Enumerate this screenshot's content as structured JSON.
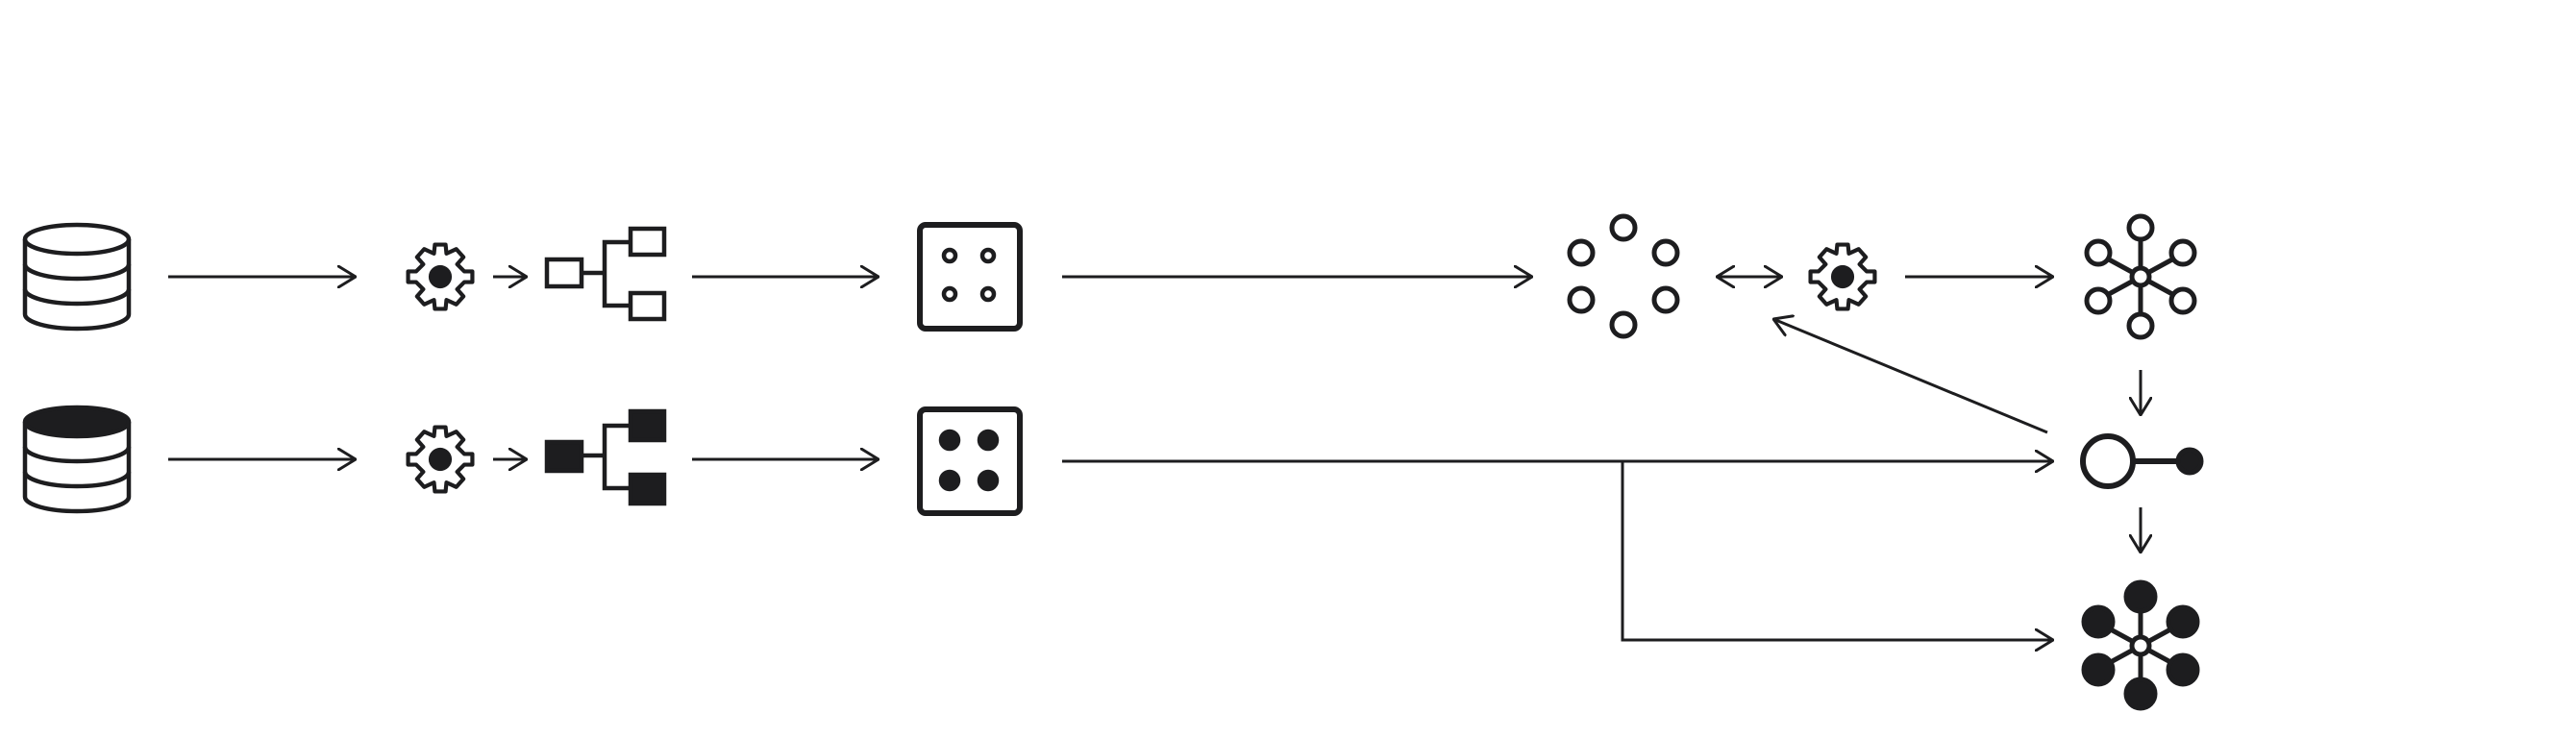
{
  "diagram": {
    "stroke_color": "#1d1d1f",
    "background": "#ffffff",
    "nodes": [
      {
        "id": "db-unlabeled",
        "icon": "database-icon",
        "variant": "outline"
      },
      {
        "id": "gear-1",
        "icon": "gear-icon"
      },
      {
        "id": "tree-unlabeled",
        "icon": "hierarchy-icon",
        "variant": "outline"
      },
      {
        "id": "matrix-unlabeled",
        "icon": "dice-four-icon",
        "variant": "outline"
      },
      {
        "id": "clusters",
        "icon": "ring-of-nodes-icon"
      },
      {
        "id": "gear-3",
        "icon": "gear-icon"
      },
      {
        "id": "network-outline",
        "icon": "network-hub-icon",
        "variant": "outline"
      },
      {
        "id": "db-labeled",
        "icon": "database-icon",
        "variant": "filled-top"
      },
      {
        "id": "gear-2",
        "icon": "gear-icon"
      },
      {
        "id": "tree-labeled",
        "icon": "hierarchy-icon",
        "variant": "filled"
      },
      {
        "id": "matrix-labeled",
        "icon": "dice-four-icon",
        "variant": "filled"
      },
      {
        "id": "connector",
        "icon": "connector-icon"
      },
      {
        "id": "network-filled",
        "icon": "network-hub-icon",
        "variant": "filled"
      }
    ],
    "edges": [
      {
        "from": "db-unlabeled",
        "to": "gear-1"
      },
      {
        "from": "gear-1",
        "to": "tree-unlabeled"
      },
      {
        "from": "tree-unlabeled",
        "to": "matrix-unlabeled"
      },
      {
        "from": "matrix-unlabeled",
        "to": "clusters"
      },
      {
        "from": "clusters",
        "to": "gear-3",
        "bidirectional": true
      },
      {
        "from": "gear-3",
        "to": "network-outline"
      },
      {
        "from": "network-outline",
        "to": "connector"
      },
      {
        "from": "connector",
        "to": "gear-3"
      },
      {
        "from": "db-labeled",
        "to": "gear-2"
      },
      {
        "from": "gear-2",
        "to": "tree-labeled"
      },
      {
        "from": "tree-labeled",
        "to": "matrix-labeled"
      },
      {
        "from": "matrix-labeled",
        "to": "connector"
      },
      {
        "from": "matrix-labeled",
        "to": "network-filled"
      },
      {
        "from": "connector",
        "to": "network-filled"
      }
    ]
  }
}
